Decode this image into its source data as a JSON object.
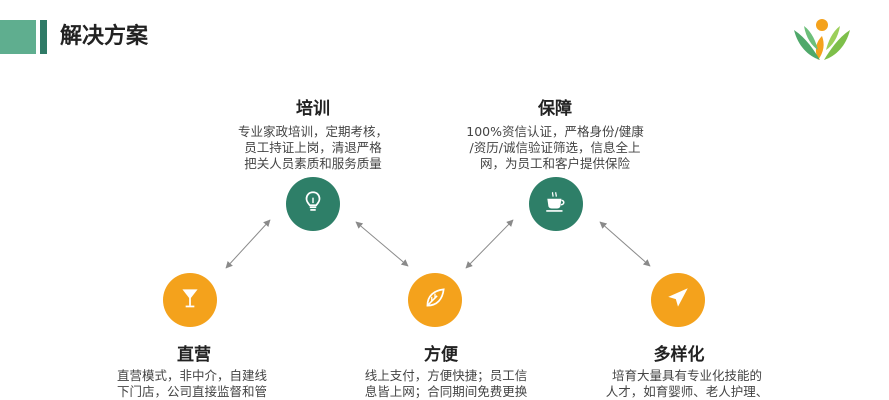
{
  "header": {
    "title": "解决方案",
    "logo_icon": "people-leaf-logo-icon"
  },
  "colors": {
    "accent_green": "#2e7f68",
    "accent_green_light": "#5fae8f",
    "accent_orange": "#f4a21c"
  },
  "nodes": {
    "zhiying": {
      "label": "直营",
      "icon": "cocktail-glass-icon",
      "lines": [
        "直营模式，非中介，自建线",
        "下门店，公司直接监督和管"
      ]
    },
    "peixun": {
      "label": "培训",
      "icon": "lightbulb-icon",
      "lines": [
        "专业家政培训，定期考核，",
        "员工持证上岗，清退严格",
        "把关人员素质和服务质量"
      ]
    },
    "fangbian": {
      "label": "方便",
      "icon": "leaf-icon",
      "lines": [
        "线上支付，方便快捷；员工信",
        "息皆上网；合同期间免费更换"
      ]
    },
    "baozhang": {
      "label": "保障",
      "icon": "coffee-cup-icon",
      "lines": [
        "100%资信认证，严格身份/健康",
        "/资历/诚信验证筛选，信息全上",
        "网，为员工和客户提供保险"
      ]
    },
    "duoyanghua": {
      "label": "多样化",
      "icon": "airplane-icon",
      "lines": [
        "培育大量具有专业化技能的",
        "人才，如育婴师、老人护理、"
      ]
    }
  }
}
